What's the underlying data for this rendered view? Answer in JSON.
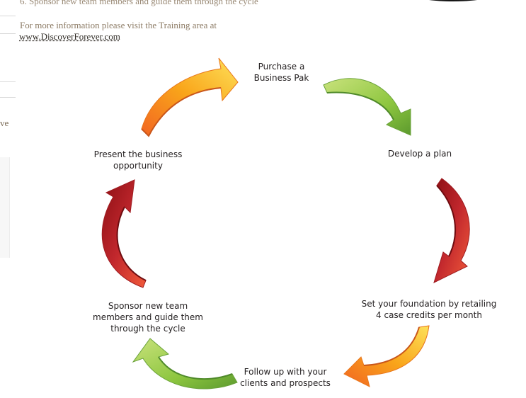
{
  "header": {
    "intro_text": "6. Sponsor new team members and guide them through the cycle",
    "info_text": "For more information please visit the Training area at",
    "link_text": "www.DiscoverForever.com"
  },
  "sidebar_fragment": {
    "text": "ve"
  },
  "diagram": {
    "steps": [
      {
        "label": "Purchase a\nBusiness Pak"
      },
      {
        "label": "Develop a plan"
      },
      {
        "label": "Set your foundation by retailing\n4 case credits per month"
      },
      {
        "label": "Follow up with your\nclients and prospects"
      },
      {
        "label": "Sponsor new team\nmembers and guide them\nthrough the cycle"
      },
      {
        "label": "Present the business\nopportunity"
      }
    ],
    "arrow_colors": {
      "green": "#7ab641",
      "red": "#c0272d",
      "orange": "#f7941d"
    }
  }
}
